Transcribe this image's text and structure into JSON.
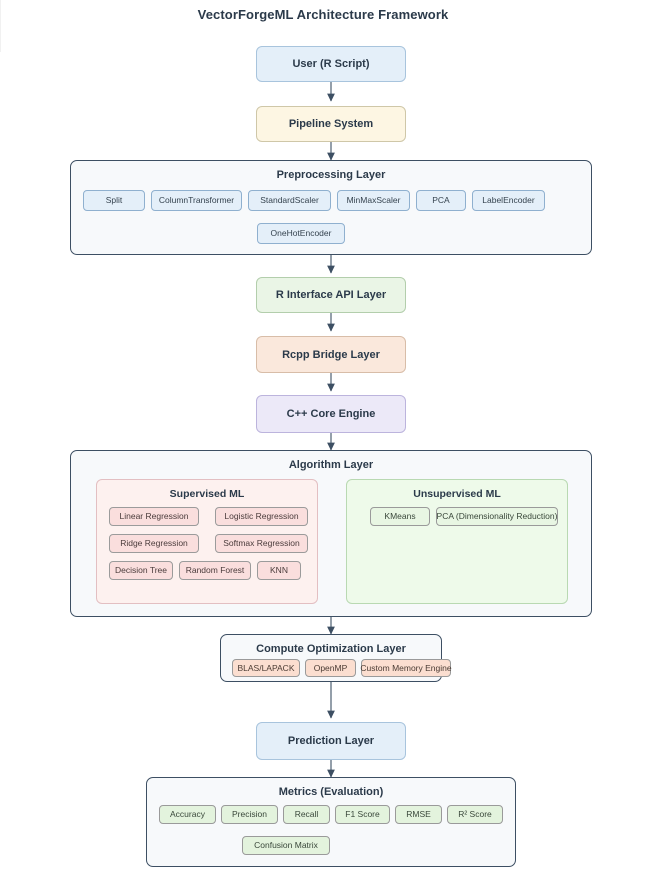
{
  "title": "VectorForgeML Architecture Framework",
  "flow": {
    "user": "User (R Script)",
    "pipeline": "Pipeline System",
    "r_interface": "R Interface API Layer",
    "rcpp": "Rcpp Bridge Layer",
    "cpp_core": "C++ Core Engine",
    "prediction": "Prediction Layer"
  },
  "preprocessing": {
    "title": "Preprocessing Layer",
    "nodes": [
      "Split",
      "ColumnTransformer",
      "StandardScaler",
      "MinMaxScaler",
      "PCA",
      "LabelEncoder",
      "OneHotEncoder"
    ]
  },
  "algorithm": {
    "title": "Algorithm Layer",
    "supervised": {
      "title": "Supervised ML",
      "nodes": [
        "Linear Regression",
        "Logistic Regression",
        "Ridge Regression",
        "Softmax Regression",
        "Decision Tree",
        "Random Forest",
        "KNN"
      ]
    },
    "unsupervised": {
      "title": "Unsupervised ML",
      "nodes": [
        "KMeans",
        "PCA (Dimensionality Reduction)"
      ]
    }
  },
  "compute": {
    "title": "Compute Optimization Layer",
    "nodes": [
      "BLAS/LAPACK",
      "OpenMP",
      "Custom Memory Engine"
    ]
  },
  "metrics": {
    "title": "Metrics (Evaluation)",
    "nodes": [
      "Accuracy",
      "Precision",
      "Recall",
      "F1 Score",
      "RMSE",
      "R² Score",
      "Confusion Matrix"
    ]
  },
  "colors": {
    "container_border": "#3d4f63",
    "arrow": "#3d4f63",
    "stage_text": "#2b3a4a",
    "blue_fill": "#e4eff9",
    "cream_fill": "#fdf6e3",
    "green_fill": "#eaf5e6",
    "peach_fill": "#fae8dc",
    "lilac_fill": "#ece9f8",
    "supervised_fill": "#fdf1ef",
    "unsupervised_fill": "#eefaea"
  }
}
